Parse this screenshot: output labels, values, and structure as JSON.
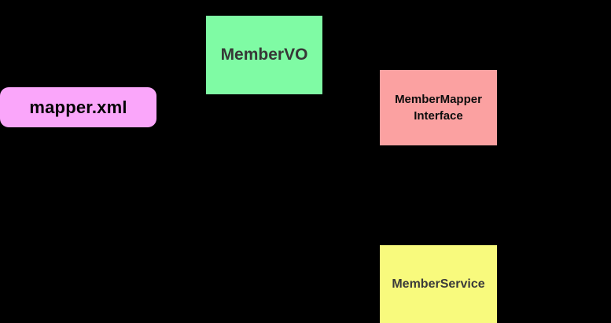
{
  "diagram": {
    "background_color": "#000000",
    "nodes": [
      {
        "id": "mapper-xml",
        "label": "mapper.xml",
        "shape": "rounded-rectangle",
        "color": "#FAA6FA",
        "text_color": "#050505"
      },
      {
        "id": "member-vo",
        "label": "MemberVO",
        "shape": "rectangle",
        "color": "#7FFBA4",
        "text_color": "#373737"
      },
      {
        "id": "member-mapper-interface",
        "label_line1": "MemberMapper",
        "label_line2": "Interface",
        "shape": "rectangle",
        "color": "#FBA1A1",
        "text_color": "#0d0d0d"
      },
      {
        "id": "member-service",
        "label": "MemberService",
        "shape": "rectangle",
        "color": "#F8FA7D",
        "text_color": "#3a3a3a"
      }
    ]
  }
}
